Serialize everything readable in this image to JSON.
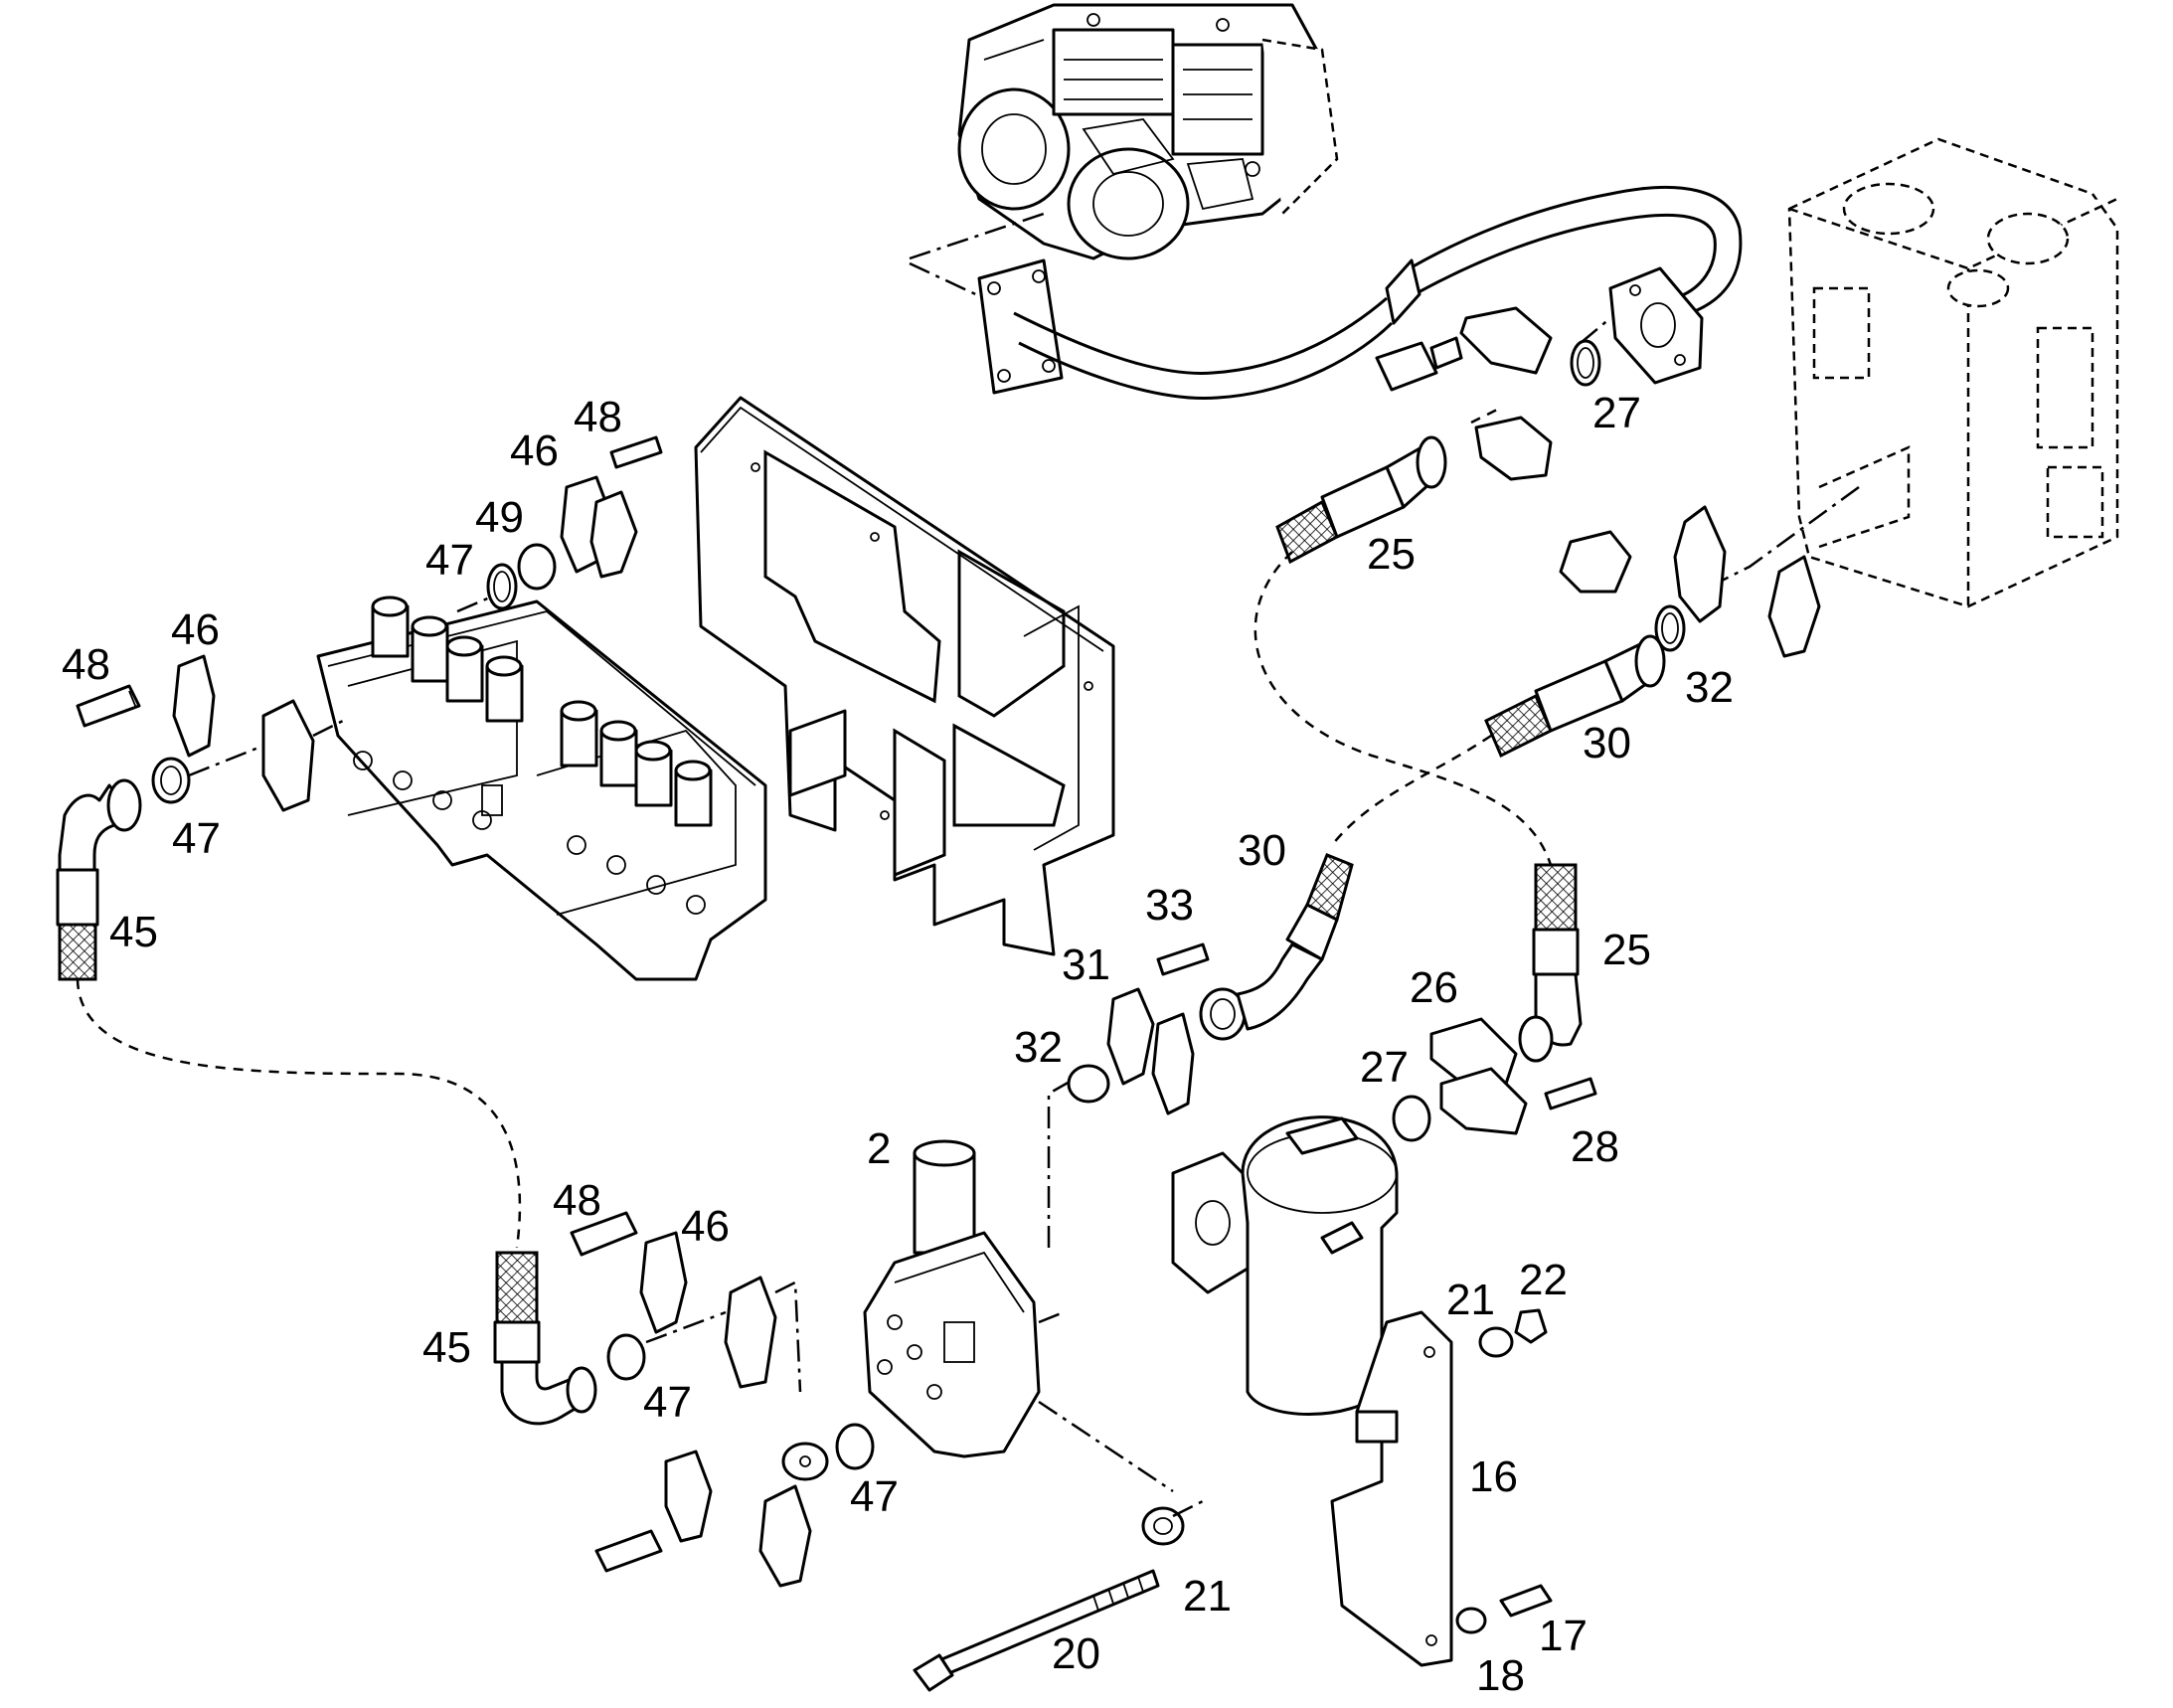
{
  "labels": {
    "l2": "2",
    "l16": "16",
    "l17": "17",
    "l18": "18",
    "l20": "20",
    "l21a": "21",
    "l21b": "21",
    "l22": "22",
    "l25a": "25",
    "l25b": "25",
    "l26": "26",
    "l27a": "27",
    "l27b": "27",
    "l28": "28",
    "l30a": "30",
    "l30b": "30",
    "l31": "31",
    "l32a": "32",
    "l32b": "32",
    "l33": "33",
    "l45a": "45",
    "l45b": "45",
    "l46a": "46",
    "l46b": "46",
    "l46c": "46",
    "l47a": "47",
    "l47b": "47",
    "l47c": "47",
    "l47d": "47",
    "l48a": "48",
    "l48b": "48",
    "l48c": "48",
    "l49": "49"
  }
}
